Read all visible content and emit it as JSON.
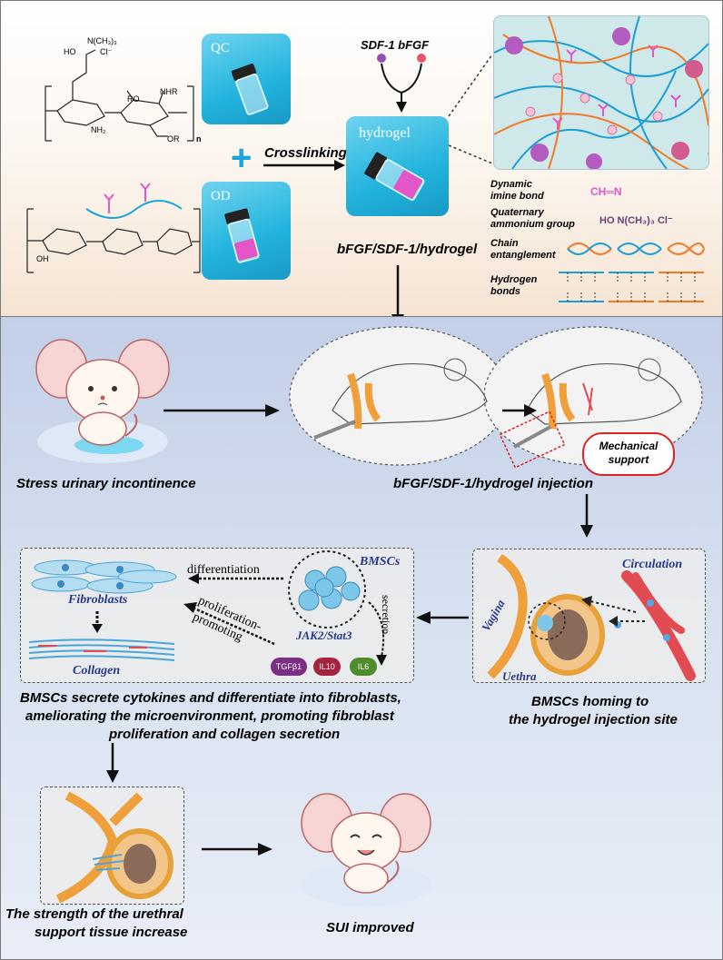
{
  "top_panel": {
    "qc_label": "QC",
    "od_label": "OD",
    "hydrogel_label": "hydrogel",
    "crosslinking_label": "Crosslinking",
    "growth_factors_label": "SDF-1 bFGF",
    "product_label": "bFGF/SDF-1/hydrogel",
    "chem_cl": "Cl⁻",
    "chem_nh2": "NH₂",
    "chem_nhr": "NHR",
    "chem_ro": "RO",
    "chem_or": "OR",
    "chem_ho": "HO",
    "chem_oh": "OH",
    "chem_ch3": "N(CH₃)₃",
    "chem_n": "n",
    "legend": [
      {
        "label": "Dynamic imine bond",
        "symbol": "CH═N"
      },
      {
        "label": "Quaternary ammonium group",
        "symbol": "HO  N(CH₃)₃ Cl⁻"
      },
      {
        "label": "Chain entanglement",
        "symbol": ""
      },
      {
        "label": "Hydrogen bonds",
        "symbol": ""
      }
    ]
  },
  "bottom_panel": {
    "sui_caption": "Stress urinary incontinence",
    "injection_caption": "bFGF/SDF-1/hydrogel injection",
    "mechanical_support": "Mechanical support",
    "circulation_label": "Circulation",
    "vagina_label": "Vagina",
    "urethra_label": "Uethra",
    "bmsc_label": "BMSCs",
    "jak_label": "JAK2/Stat3",
    "fibroblasts_label": "Fibroblasts",
    "collagen_label": "Collagen",
    "differentiation_label": "differentiation",
    "proliferation_label": "proliferation-",
    "promoting_label": "promoting",
    "secretion_label": "secretion",
    "cytokines": [
      {
        "name": "TGFβ1",
        "color": "#7b2e84"
      },
      {
        "name": "IL10",
        "color": "#a4243f"
      },
      {
        "name": "IL6",
        "color": "#4f8d2c"
      }
    ],
    "bmsc_caption_line1": "BMSCs secrete cytokines and differentiate into fibroblasts,",
    "bmsc_caption_line2": "ameliorating the microenvironment, promoting fibroblast",
    "bmsc_caption_line3": "proliferation and collagen secretion",
    "homing_caption_line1": "BMSCs homing to",
    "homing_caption_line2": "the hydrogel injection site",
    "strength_caption_line1": "The strength of the urethral",
    "strength_caption_line2": "support tissue increase",
    "improved_caption": "SUI improved"
  },
  "colors": {
    "vial_blue": "#21b3dd",
    "gel_pink": "#e455c8",
    "title_blue": "#253a8c",
    "urethra_orange": "#f0a03a"
  }
}
